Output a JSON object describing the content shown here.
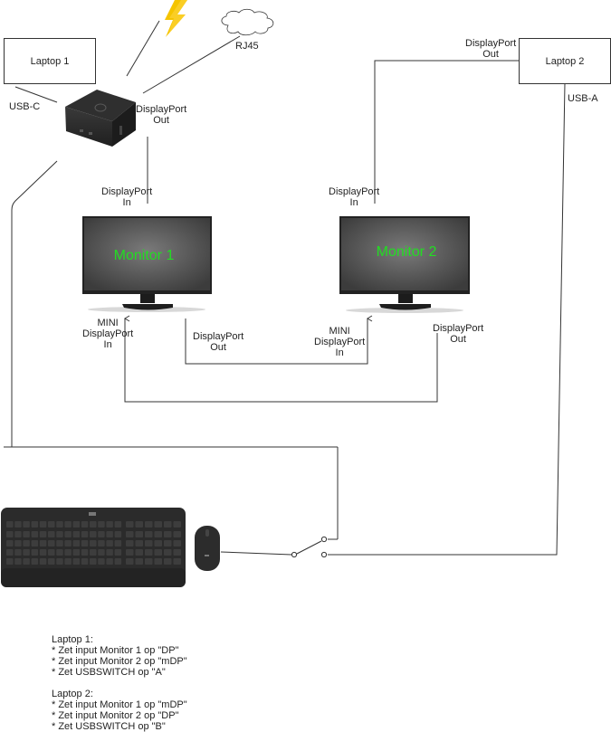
{
  "nodes": {
    "laptop1": {
      "label": "Laptop 1"
    },
    "laptop2": {
      "label": "Laptop 2"
    },
    "monitor1": {
      "label": "Monitor 1"
    },
    "monitor2": {
      "label": "Monitor 2"
    },
    "cloud": {
      "label": "RJ45"
    }
  },
  "ports": {
    "usb_c": "USB-C",
    "usb_a": "USB-A",
    "dock_dp_out": [
      "DisplayPort",
      "Out"
    ],
    "m1_dp_in": [
      "DisplayPort",
      "In"
    ],
    "m2_dp_in": [
      "DisplayPort",
      "In"
    ],
    "laptop2_dp_out": [
      "DisplayPort",
      "Out"
    ],
    "m1_mini_dp_in": [
      "MINI",
      "DisplayPort",
      "In"
    ],
    "m1_dp_out": [
      "DisplayPort",
      "Out"
    ],
    "m2_mini_dp_in": [
      "MINI",
      "DisplayPort",
      "In"
    ],
    "m2_dp_out": [
      "DisplayPort",
      "Out"
    ]
  },
  "colors": {
    "monitor_label": "#22dd22",
    "lightning": "#f5c400",
    "line": "#333333"
  },
  "notes": {
    "laptop1": {
      "title": "Laptop 1:",
      "items": [
        "* Zet input Monitor 1 op \"DP\"",
        "* Zet input Monitor 2 op \"mDP\"",
        "* Zet USBSWITCH op \"A\""
      ]
    },
    "laptop2": {
      "title": "Laptop 2:",
      "items": [
        "* Zet input Monitor 1 op \"mDP\"",
        "* Zet input Monitor 2 op \"DP\"",
        "* Zet USBSWITCH op \"B\""
      ]
    }
  }
}
